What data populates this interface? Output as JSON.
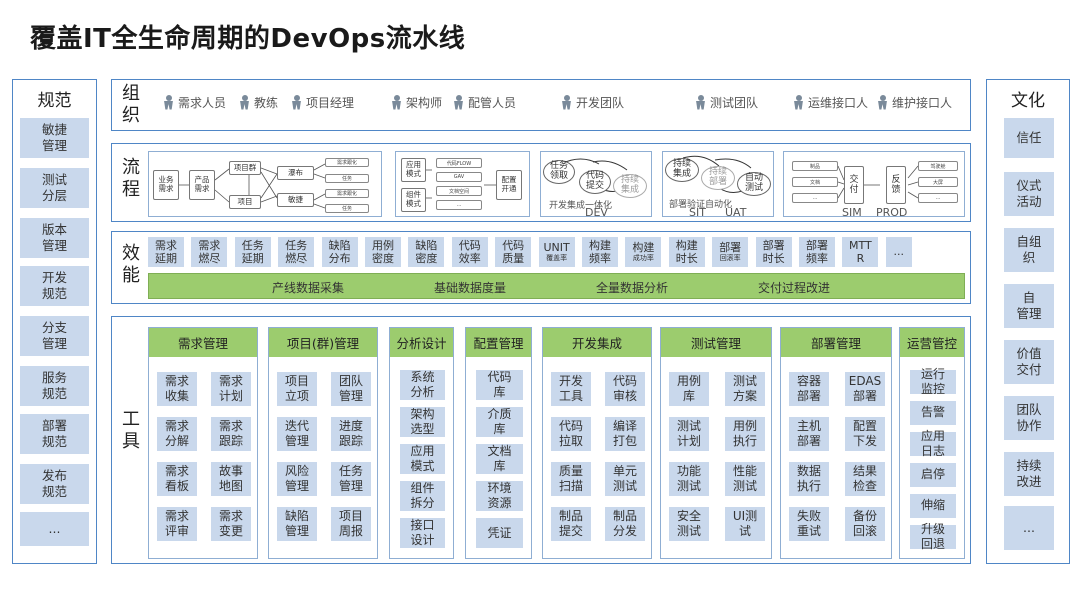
{
  "title": "覆盖IT全生命周期的DevOps流水线",
  "left": {
    "heading": "规范",
    "items": [
      "敏捷\n管理",
      "测试\n分层",
      "版本\n管理",
      "开发\n规范",
      "分支\n管理",
      "服务\n规范",
      "部署\n规范",
      "发布\n规范",
      "..."
    ]
  },
  "right": {
    "heading": "文化",
    "items": [
      "信任",
      "仪式\n活动",
      "自组\n织",
      "自\n管理",
      "价值\n交付",
      "团队\n协作",
      "持续\n改进",
      "..."
    ]
  },
  "org": {
    "label": "组\n织",
    "roles": [
      "需求人员",
      "教练",
      "项目经理",
      "架构师",
      "配管人员",
      "开发团队",
      "测试团队",
      "运维接口人",
      "维护接口人"
    ]
  },
  "flow": {
    "label": "流\n程",
    "p1": {
      "a": "业务\n需求",
      "b": "产品\n需求",
      "c": "项目群",
      "d": "项目",
      "e": "瀑布",
      "f": "敏捷",
      "t1": "需求跟化",
      "t2": "任务",
      "t3": "需求跟化",
      "t4": "任务"
    },
    "p2": {
      "a": "应用\n模式",
      "b": "组件\n模式",
      "c": "代码FLOW",
      "d": "GAV",
      "e": "文档空间",
      "f": "...",
      "g": "配置\n开通"
    },
    "p3": {
      "a": "任务\n领取",
      "b": "代码\n提交",
      "c": "持续\n集成",
      "cap1": "开发集成一体化",
      "cap2": "DEV"
    },
    "p4": {
      "a": "持续\n集成",
      "b": "持续\n部署",
      "c": "自动\n测试",
      "cap1": "部署验证自动化",
      "cap2": "SIT",
      "cap3": "UAT"
    },
    "p5": {
      "a": "制品",
      "b": "文档",
      "c": "...",
      "d": "交\n付",
      "e": "反\n馈",
      "f": "驾驶舱",
      "g": "大屏",
      "h": "...",
      "cap1": "SIM",
      "cap2": "PROD"
    }
  },
  "efficiency": {
    "label": "效\n能",
    "metrics": [
      {
        "t": "需求\n延期"
      },
      {
        "t": "需求\n燃尽"
      },
      {
        "t": "任务\n延期"
      },
      {
        "t": "任务\n燃尽"
      },
      {
        "t": "缺陷\n分布"
      },
      {
        "t": "用例\n密度"
      },
      {
        "t": "缺陷\n密度"
      },
      {
        "t": "代码\n效率"
      },
      {
        "t": "代码\n质量"
      },
      {
        "t": "UNIT",
        "s": "覆盖率"
      },
      {
        "t": "构建\n频率"
      },
      {
        "t": "构建",
        "s": "成功率"
      },
      {
        "t": "构建\n时长"
      },
      {
        "t": "部署",
        "s": "回滚率"
      },
      {
        "t": "部署\n时长"
      },
      {
        "t": "部署\n频率"
      },
      {
        "t": "MTT\nR"
      },
      {
        "t": "..."
      }
    ],
    "bar": [
      "产线数据采集",
      "基础数据度量",
      "全量数据分析",
      "交付过程改进"
    ]
  },
  "tools": {
    "label": "工\n具",
    "categories": [
      {
        "name": "需求管理",
        "items": [
          "需求\n收集",
          "需求\n计划",
          "需求\n分解",
          "需求\n跟踪",
          "需求\n看板",
          "故事\n地图",
          "需求\n评审",
          "需求\n变更"
        ]
      },
      {
        "name": "项目(群)管理",
        "items": [
          "项目\n立项",
          "团队\n管理",
          "迭代\n管理",
          "进度\n跟踪",
          "风险\n管理",
          "任务\n管理",
          "缺陷\n管理",
          "项目\n周报"
        ]
      },
      {
        "name": "分析设计",
        "items": [
          "系统\n分析",
          "架构\n选型",
          "应用\n模式",
          "组件\n拆分",
          "接口\n设计"
        ]
      },
      {
        "name": "配置管理",
        "items": [
          "代码\n库",
          "介质\n库",
          "文档\n库",
          "环境\n资源",
          "凭证"
        ]
      },
      {
        "name": "开发集成",
        "items": [
          "开发\n工具",
          "代码\n审核",
          "代码\n拉取",
          "编译\n打包",
          "质量\n扫描",
          "单元\n测试",
          "制品\n提交",
          "制品\n分发"
        ]
      },
      {
        "name": "测试管理",
        "items": [
          "用例\n库",
          "测试\n方案",
          "测试\n计划",
          "用例\n执行",
          "功能\n测试",
          "性能\n测试",
          "安全\n测试",
          "UI测\n试"
        ]
      },
      {
        "name": "部署管理",
        "items": [
          "容器\n部署",
          "EDAS\n部署",
          "主机\n部署",
          "配置\n下发",
          "数据\n执行",
          "结果\n检查",
          "失败\n重试",
          "备份\n回滚"
        ]
      },
      {
        "name": "运营管控",
        "items": [
          "运行\n监控",
          "告警",
          "应用\n日志",
          "启停",
          "伸缩",
          "升级\n回退"
        ]
      }
    ]
  }
}
